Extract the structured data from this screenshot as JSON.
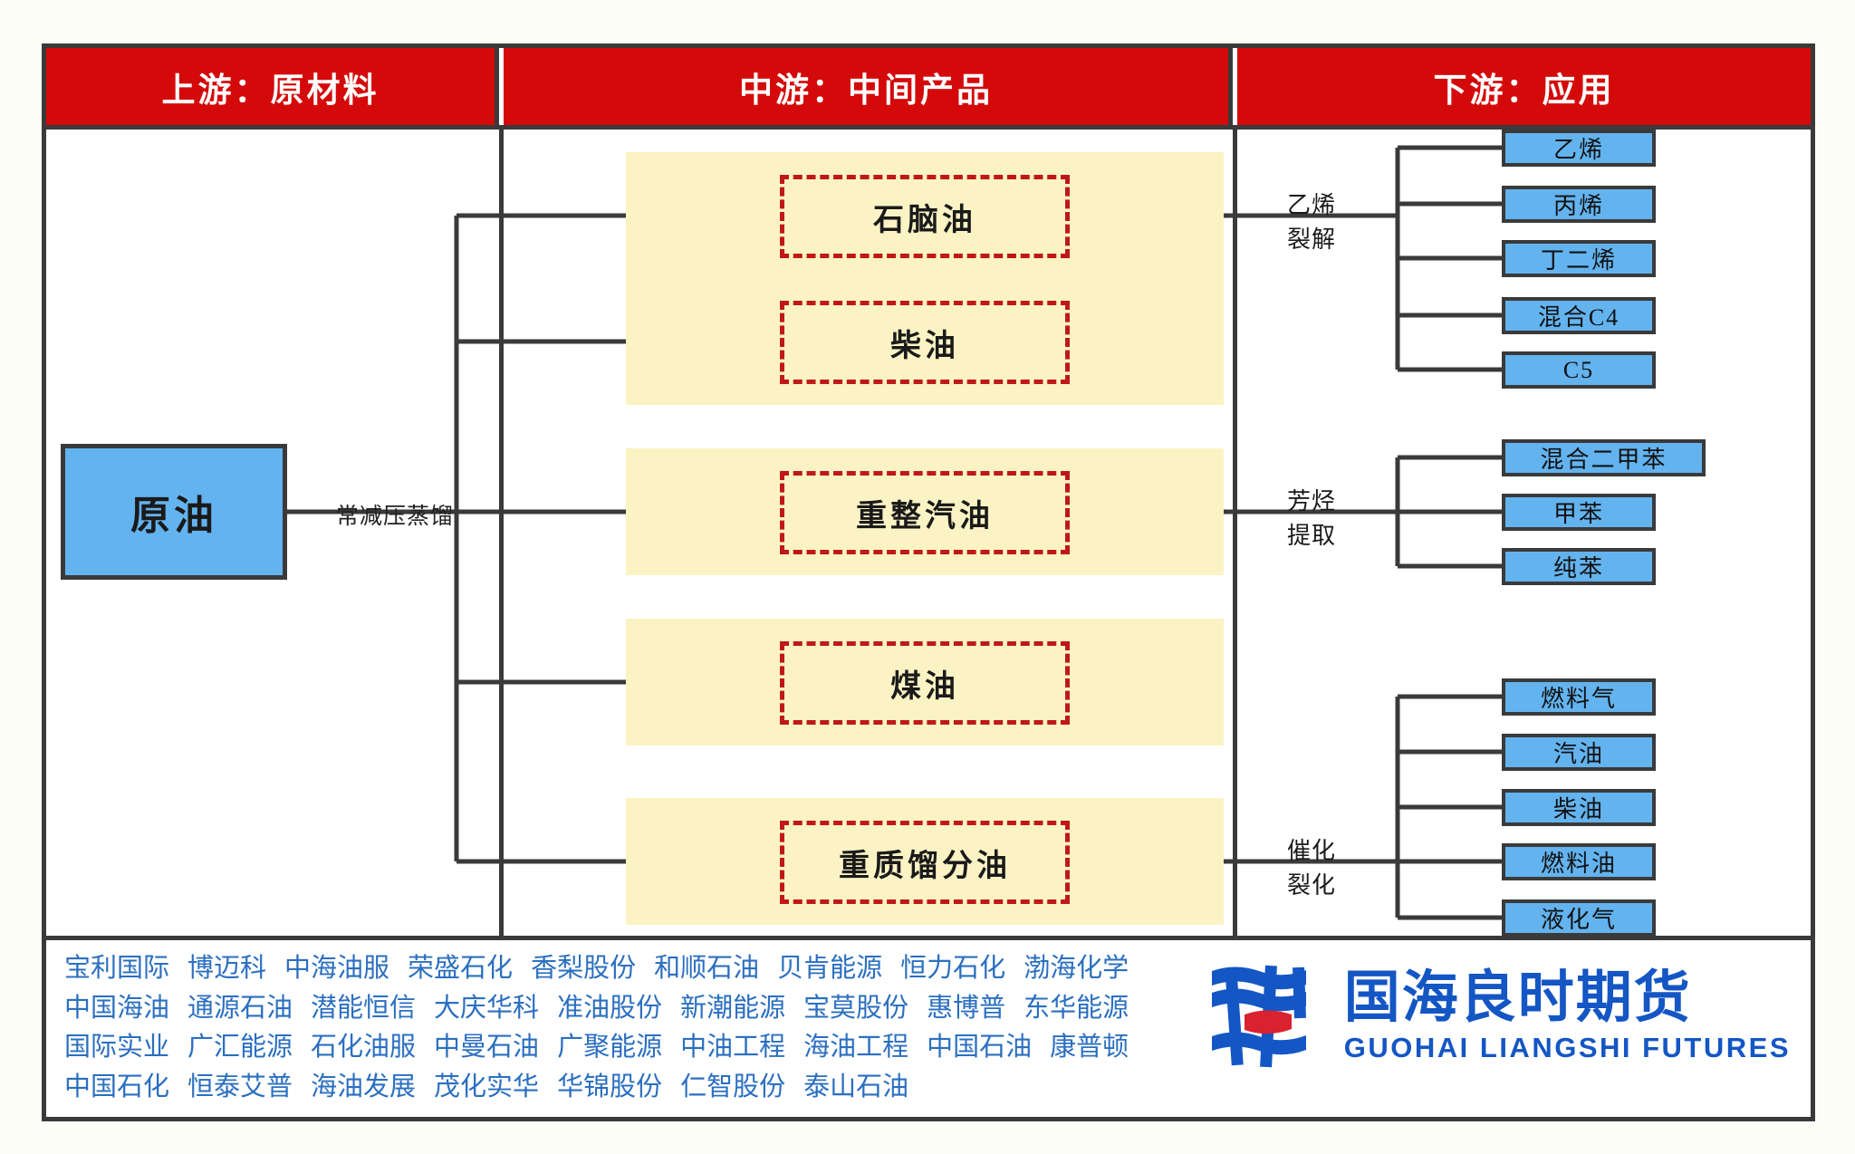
{
  "headers": {
    "upstream": "上游：原材料",
    "midstream": "中游：中间产品",
    "downstream": "下游：应用"
  },
  "upstream": {
    "crude_label": "原油",
    "process_label": "常减压蒸馏",
    "crude_color": "#63b3ef"
  },
  "midstream": {
    "band_color": "#fbf3c4",
    "dash_color": "#c01818",
    "products": [
      {
        "label": "石脑油"
      },
      {
        "label": "柴油"
      },
      {
        "label": "重整汽油"
      },
      {
        "label": "煤油"
      },
      {
        "label": "重质馏分油"
      }
    ]
  },
  "downstream": {
    "chip_color": "#63b3ef",
    "groups": [
      {
        "process_line1": "乙烯",
        "process_line2": "裂解",
        "items": [
          "乙烯",
          "丙烯",
          "丁二烯",
          "混合C4",
          "C5"
        ]
      },
      {
        "process_line1": "芳烃",
        "process_line2": "提取",
        "items": [
          "混合二甲苯",
          "甲苯",
          "纯苯"
        ]
      },
      {
        "process_line1": "催化",
        "process_line2": "裂化",
        "items": [
          "燃料气",
          "汽油",
          "柴油",
          "燃料油",
          "液化气"
        ]
      }
    ]
  },
  "footer": {
    "stock_rows": [
      [
        "宝利国际",
        "博迈科",
        "中海油服",
        "荣盛石化",
        "香梨股份",
        "和顺石油",
        "贝肯能源",
        "恒力石化",
        "渤海化学"
      ],
      [
        "中国海油",
        "通源石油",
        "潜能恒信",
        "大庆华科",
        "准油股份",
        "新潮能源",
        "宝莫股份",
        "惠博普",
        "东华能源"
      ],
      [
        "国际实业",
        "广汇能源",
        "石化油服",
        "中曼石油",
        "广聚能源",
        "中油工程",
        "海油工程",
        "中国石油",
        "康普顿"
      ],
      [
        "中国石化",
        "恒泰艾普",
        "海油发展",
        "茂化实华",
        "华锦股份",
        "仁智股份",
        "泰山石油"
      ]
    ],
    "logo_cn": "国海良时期货",
    "logo_en": "GUOHAI LIANGSHI FUTURES",
    "logo_blue": "#1456c4",
    "logo_red": "#d92130"
  }
}
